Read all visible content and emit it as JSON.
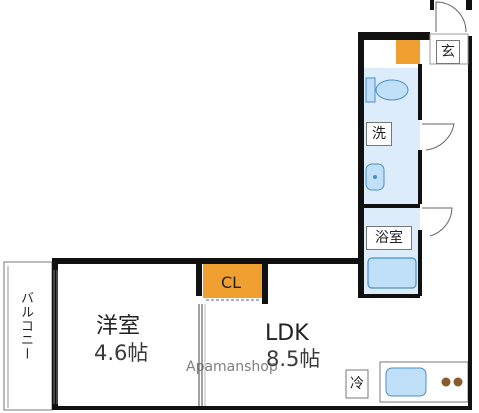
{
  "labels": {
    "genkan": "玄",
    "sentaku": "洗",
    "yokushitsu": "浴室",
    "closet": "CL",
    "yoshitsu": "洋室",
    "yoshitsu_size": "4.6帖",
    "ldk": "LDK",
    "ldk_size": "8.5帖",
    "fridge": "冷",
    "balcony": "バルコニー"
  },
  "watermark": "Apamanshop",
  "colors": {
    "wall": "#111111",
    "water_area": "#dcecfa",
    "fixture_blue": "#bfe0f8",
    "fixture_line": "#4a8fc8",
    "accent_orange": "#f0a030",
    "stove_brown": "#8a5a2a",
    "floor": "#ffffff"
  }
}
